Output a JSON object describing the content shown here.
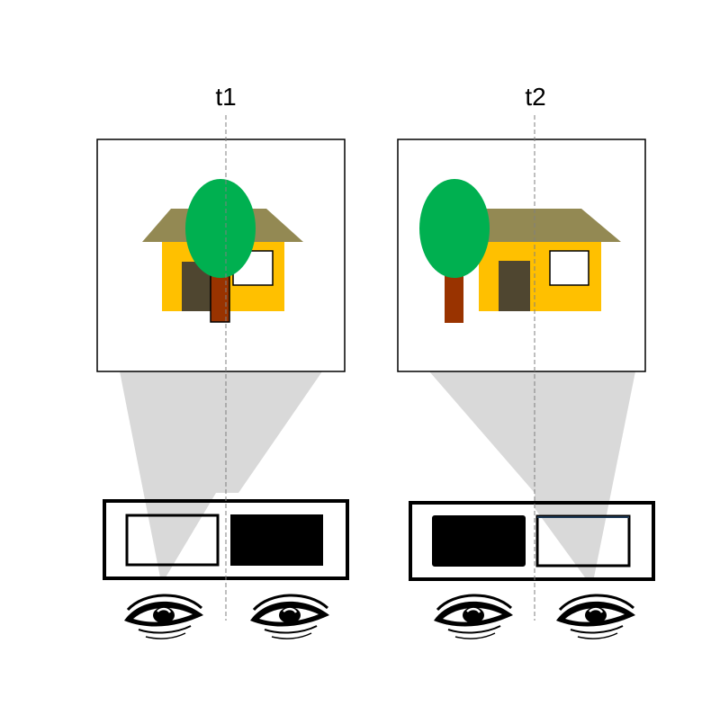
{
  "panels": [
    {
      "time_label": "t1",
      "tree_position": "in-front-of-house",
      "left_eye_view": "open",
      "right_eye_view": "blocked"
    },
    {
      "time_label": "t2",
      "tree_position": "left-of-house",
      "left_eye_view": "blocked",
      "right_eye_view": "open"
    }
  ],
  "colors": {
    "roof": "#938953",
    "house_wall": "#FFC000",
    "door": "#4F4630",
    "tree_crown": "#00B050",
    "tree_trunk": "#993300",
    "view_cone": "#D9D9D9",
    "blocked_lens": "#000000",
    "guide_line": "#7F7F7F"
  },
  "icons": [
    "eye-icon"
  ]
}
